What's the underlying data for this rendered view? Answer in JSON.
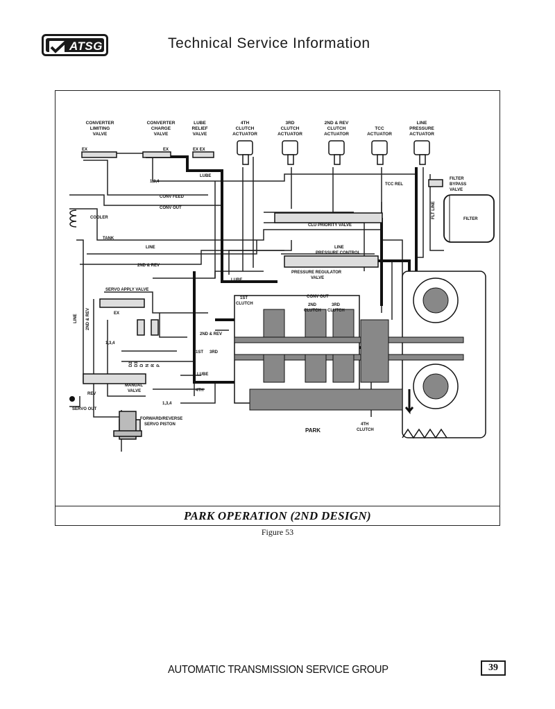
{
  "header": {
    "logo_text": "ATSG",
    "title": "Technical Service Information"
  },
  "diagram": {
    "valve_labels": [
      {
        "lines": [
          "CONVERTER",
          "LIMITING",
          "VALVE"
        ]
      },
      {
        "lines": [
          "CONVERTER",
          "CHARGE",
          "VALVE"
        ]
      },
      {
        "lines": [
          "LUBE",
          "RELIEF",
          "VALVE"
        ]
      },
      {
        "lines": [
          "4TH",
          "CLUTCH",
          "ACTUATOR"
        ]
      },
      {
        "lines": [
          "3RD",
          "CLUTCH",
          "ACTUATOR"
        ]
      },
      {
        "lines": [
          "2ND & REV",
          "CLUTCH",
          "ACTUATOR"
        ]
      },
      {
        "lines": [
          "TCC",
          "ACTUATOR"
        ]
      },
      {
        "lines": [
          "LINE",
          "PRESSURE",
          "ACTUATOR"
        ]
      }
    ],
    "circuit_labels": {
      "ex1": "EX",
      "ex2": "EX",
      "ex3": "EX EX",
      "c134_top": "1,3,4",
      "lube_top": "LUBE",
      "tcc_rel": "TCC REL",
      "conv_feed": "CONV FEED",
      "conv_out": "CONV OUT",
      "cooler": "COOLER",
      "tank": "TANK",
      "clu_priority": "CLU PRIORITY VALVE",
      "line_mid": "LINE",
      "line_pc1": "LINE",
      "line_pc2": "PRESSURE CONTROL",
      "second_rev": "2ND & REV",
      "prv1": "PRESSURE REGULATOR",
      "prv2": "VALVE",
      "lube_mid": "LUBE",
      "servo_apply": "SERVO APPLY VALVE",
      "ex_servo": "EX",
      "conv_out2": "CONV OUT",
      "line_vert": "LINE",
      "second_rev_vert": "2ND & REV",
      "c134_mid": "1,3,4",
      "first_clutch1": "1ST",
      "first_clutch2": "CLUTCH",
      "second_clutch1": "2ND",
      "second_clutch2": "CLUTCH",
      "third_clutch1": "3RD",
      "third_clutch2": "CLUTCH",
      "second_rev_small": "2ND & REV",
      "first_small": "1ST",
      "third_small": "3RD",
      "lube_low": "LUBE",
      "fourth_low": "4TH",
      "manual1": "MANUAL",
      "manual2": "VALVE",
      "rev": "REV",
      "c134_low": "1,3,4",
      "servo_out": "SERVO OUT",
      "fr1": "FORWARD/REVERSE",
      "fr2": "SERVO PISTON",
      "park": "PARK",
      "fourth_clutch1": "4TH",
      "fourth_clutch2": "CLUTCH",
      "filter_bypass1": "FILTER",
      "filter_bypass2": "BYPASS",
      "filter_bypass3": "VALVE",
      "flt_line": "FLT LINE",
      "filter": "FILTER"
    },
    "gear_positions": [
      "P",
      "R",
      "N",
      "D",
      "D3",
      "D2"
    ]
  },
  "caption": "PARK OPERATION (2ND DESIGN)",
  "figure_label": "Figure 53",
  "footer": {
    "organization": "AUTOMATIC TRANSMISSION SERVICE GROUP",
    "page_number": "39"
  }
}
